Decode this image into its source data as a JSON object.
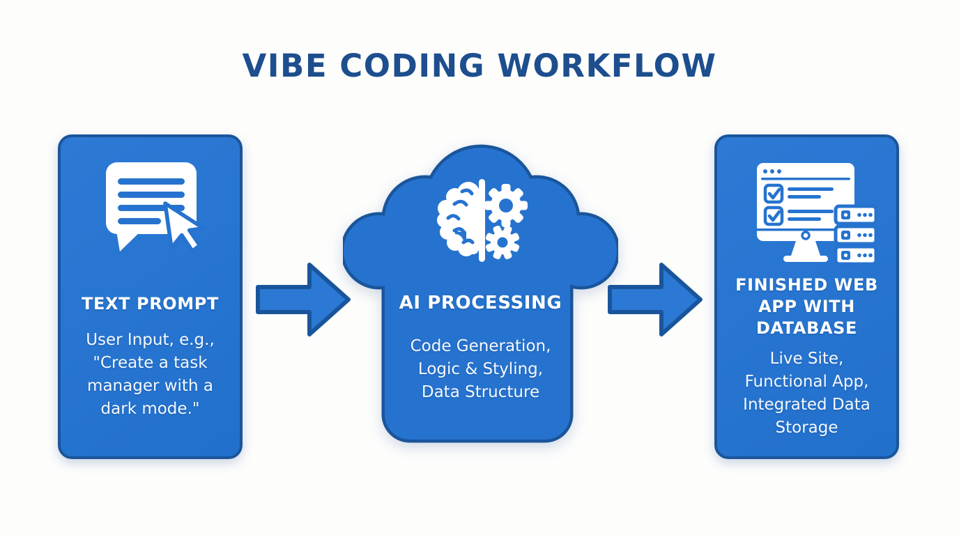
{
  "title": "VIBE CODING WORKFLOW",
  "colors": {
    "background": "#fdfdfc",
    "card_fill": "#2673cf",
    "card_border": "#1a559b",
    "title_text": "#1d4e8e",
    "card_text": "#ffffff",
    "arrow_fill": "#2b79d4"
  },
  "stages": [
    {
      "name": "text-prompt",
      "shape": "rounded-card",
      "icon": "chat-bubble-with-cursor-icon",
      "heading_lines": [
        "TEXT PROMPT"
      ],
      "body_lines": [
        "User Input, e.g.,",
        "\"Create a task",
        "manager with a",
        "dark mode.\""
      ]
    },
    {
      "name": "ai-processing",
      "shape": "cloud",
      "icon": "brain-gears-icon",
      "heading_lines": [
        "AI PROCESSING"
      ],
      "body_lines": [
        "Code Generation,",
        "Logic & Styling,",
        "Data Structure"
      ]
    },
    {
      "name": "finished-web-app-with-database",
      "shape": "rounded-card",
      "icon": "monitor-server-icon",
      "heading_lines": [
        "FINISHED WEB",
        "APP WITH",
        "DATABASE"
      ],
      "body_lines": [
        "Live Site,",
        "Functional App,",
        "Integrated Data",
        "Storage"
      ]
    }
  ],
  "connectors": [
    {
      "name": "arrow-1",
      "icon": "arrow-right-icon"
    },
    {
      "name": "arrow-2",
      "icon": "arrow-right-icon"
    }
  ]
}
